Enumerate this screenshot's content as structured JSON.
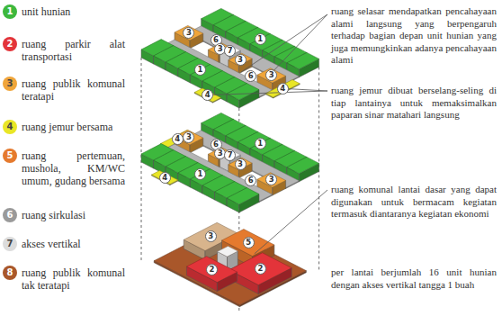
{
  "diagram": {
    "labels": [
      "1",
      "2",
      "3",
      "4",
      "5",
      "6",
      "7",
      "8",
      "1",
      "6",
      "3",
      "3",
      "7",
      "3",
      "3",
      "6",
      "4",
      "1",
      "4",
      "1",
      "6",
      "3",
      "3",
      "7",
      "3",
      "3",
      "6",
      "4",
      "1",
      "4",
      "5",
      "3",
      "2",
      "2",
      "ruang selasar mendapatkan pencahayaan alami langsung yang berpengaruh terhadap bagian depan unit hunian yang juga memungkinkan adanya pencahayaan alami",
      "ruang jemur dibuat berselang-seling di tiap lantainya untuk memaksimalkan paparan sinar matahari langsung",
      "ruang komunal lantai dasar yang dapat digunakan untuk bermacam kegiatan termasuk diantaranya kegiatan ekonomi",
      "per lantai berjumlah 16 unit hunian dengan akses vertikal tangga 1 buah"
    ],
    "legend": [
      {
        "text": "unit hunian",
        "color": "#3db83d"
      },
      {
        "text": "ruang parkir alat transportasi",
        "color": "#e3343a"
      },
      {
        "text": "ruang publik komunal teratapi",
        "color": "#f0a53a"
      },
      {
        "text": "ruang jemur bersama",
        "color": "#e9e626"
      },
      {
        "text": "ruang pertemuan, mushola, KM/WC umum, gudang bersama",
        "color": "#e57a2e"
      },
      {
        "text": "ruang sirkulasi",
        "color": "#9a9a9a"
      },
      {
        "text": "akses vertikal",
        "color": "#dcdcdc"
      },
      {
        "text": "ruang publik komunal tak teratapi",
        "color": "#a9572a"
      }
    ]
  }
}
